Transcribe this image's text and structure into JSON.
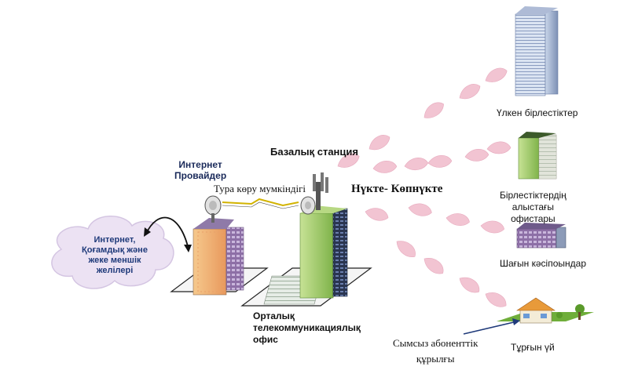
{
  "labels": {
    "base_station": "Базалық станция",
    "isp_line1": "Интернет",
    "isp_line2": "Провайдер",
    "line_of_sight": "Тура көру мумкіндігі",
    "point_multipoint": "Нүкте- Көпнүкте",
    "cloud_line1": "Интернет,",
    "cloud_line2": "Қоғамдық және",
    "cloud_line3": "жеке меншік",
    "cloud_line4": "желілері",
    "co_line1": "Орталық",
    "co_line2": "телекоммуникациялық",
    "co_line3": "офис",
    "large_enterprises": "Үлкен бірлестіктер",
    "remote_line1": "Бірлестіктердің",
    "remote_line2": "алыстағы",
    "remote_line3": "офистары",
    "small_business": "Шағын кәсіпоындар",
    "residential": "Тұрғын үй",
    "subscriber_line1": "Сымсыз абоненттік",
    "subscriber_line2": "құрылғы"
  },
  "colors": {
    "beam_petal": "#f2c4d2",
    "cloud": "#ece2f3",
    "cloud_text": "#1f3a7a",
    "station_building": "#9cc86a",
    "isp_building": "#f0b27a"
  }
}
